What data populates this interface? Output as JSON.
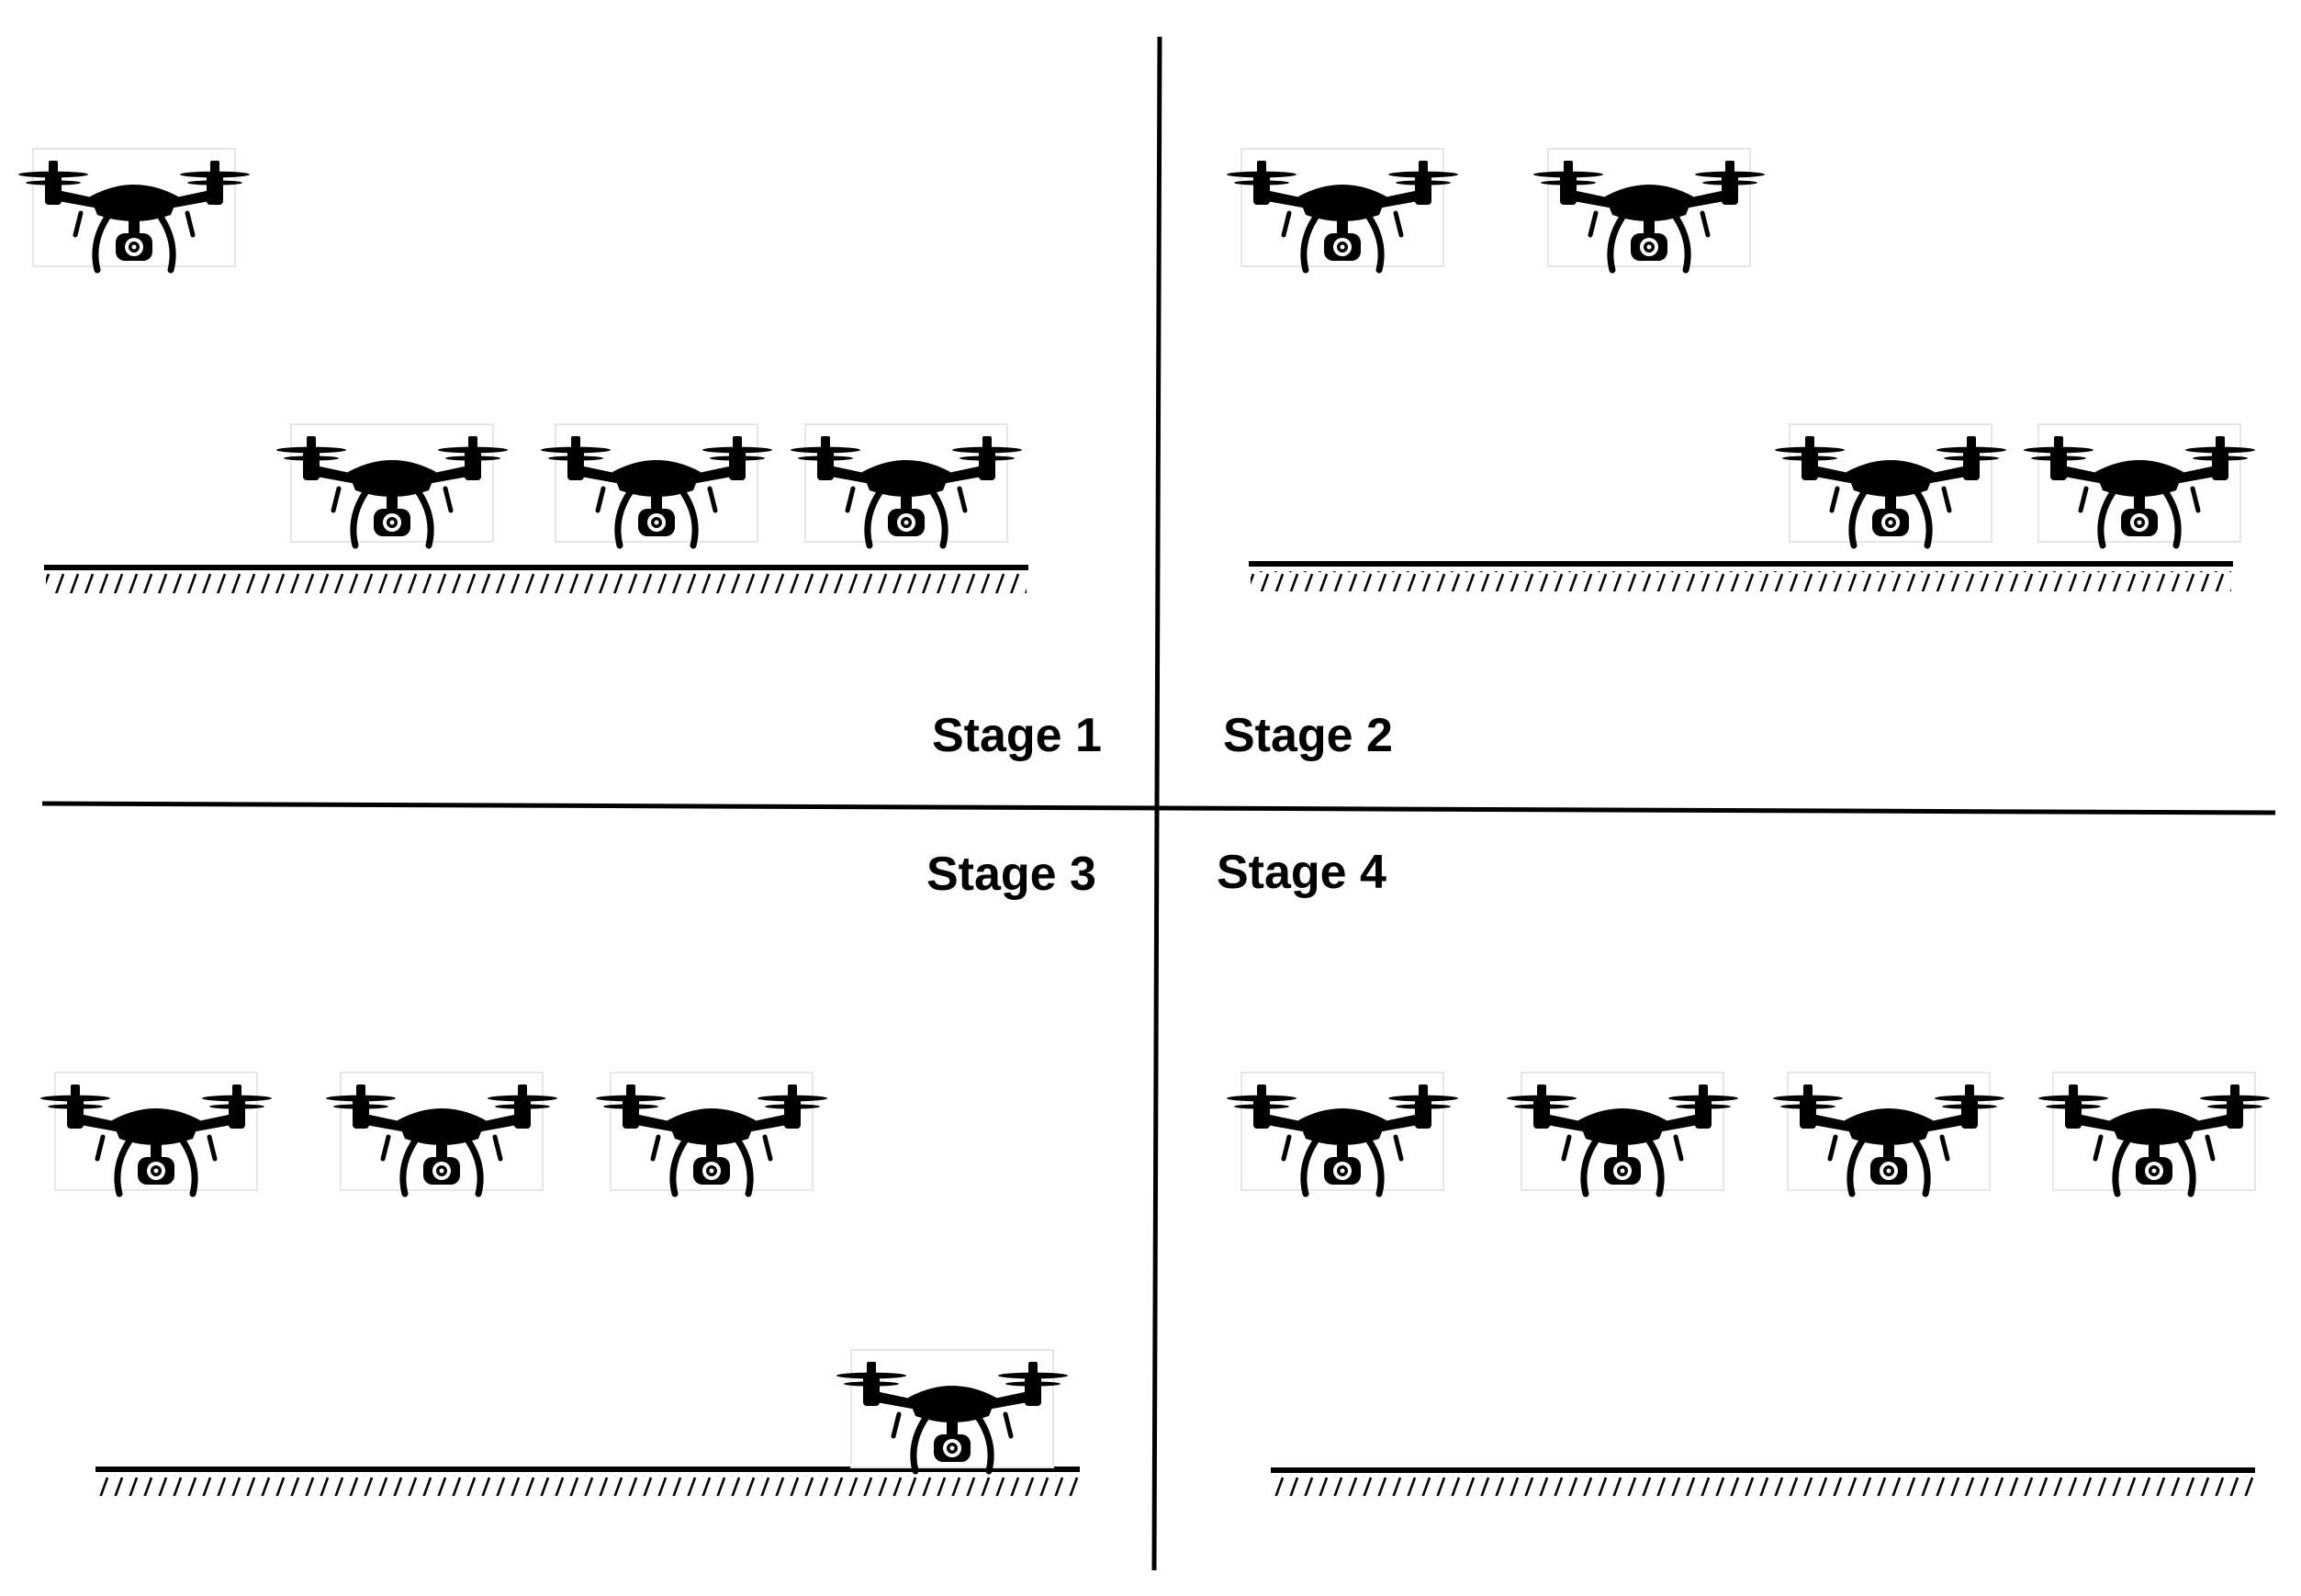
{
  "colors": {
    "ink": "#000000",
    "background": "#ffffff",
    "tile_border": "#e6e6e6"
  },
  "icon": "drone-icon",
  "stages": [
    {
      "label": "Stage 1",
      "airborne": 1,
      "grounded": 3
    },
    {
      "label": "Stage 2",
      "airborne": 2,
      "grounded": 2
    },
    {
      "label": "Stage 3",
      "airborne": 3,
      "grounded": 1
    },
    {
      "label": "Stage 4",
      "airborne": 4,
      "grounded": 0
    }
  ]
}
